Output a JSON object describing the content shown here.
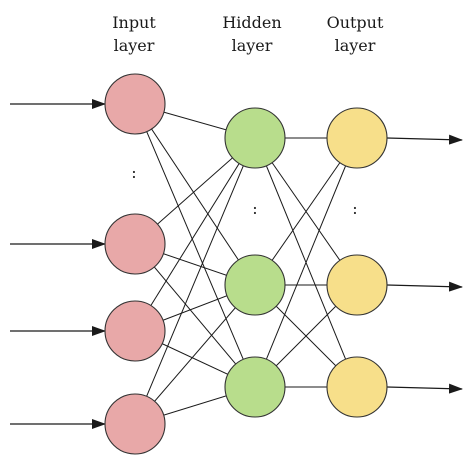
{
  "labels": {
    "input": [
      "Input",
      "layer"
    ],
    "hidden": [
      "Hidden",
      "layer"
    ],
    "output": [
      "Output",
      "layer"
    ]
  },
  "ellipsis": ":",
  "colors": {
    "input_node": "#e8a8a8",
    "hidden_node": "#b8dd8c",
    "output_node": "#f7df8a",
    "line": "#1a1a1a"
  },
  "network": {
    "input_nodes": 4,
    "hidden_nodes": 3,
    "output_nodes": 3,
    "fully_connected": true
  }
}
